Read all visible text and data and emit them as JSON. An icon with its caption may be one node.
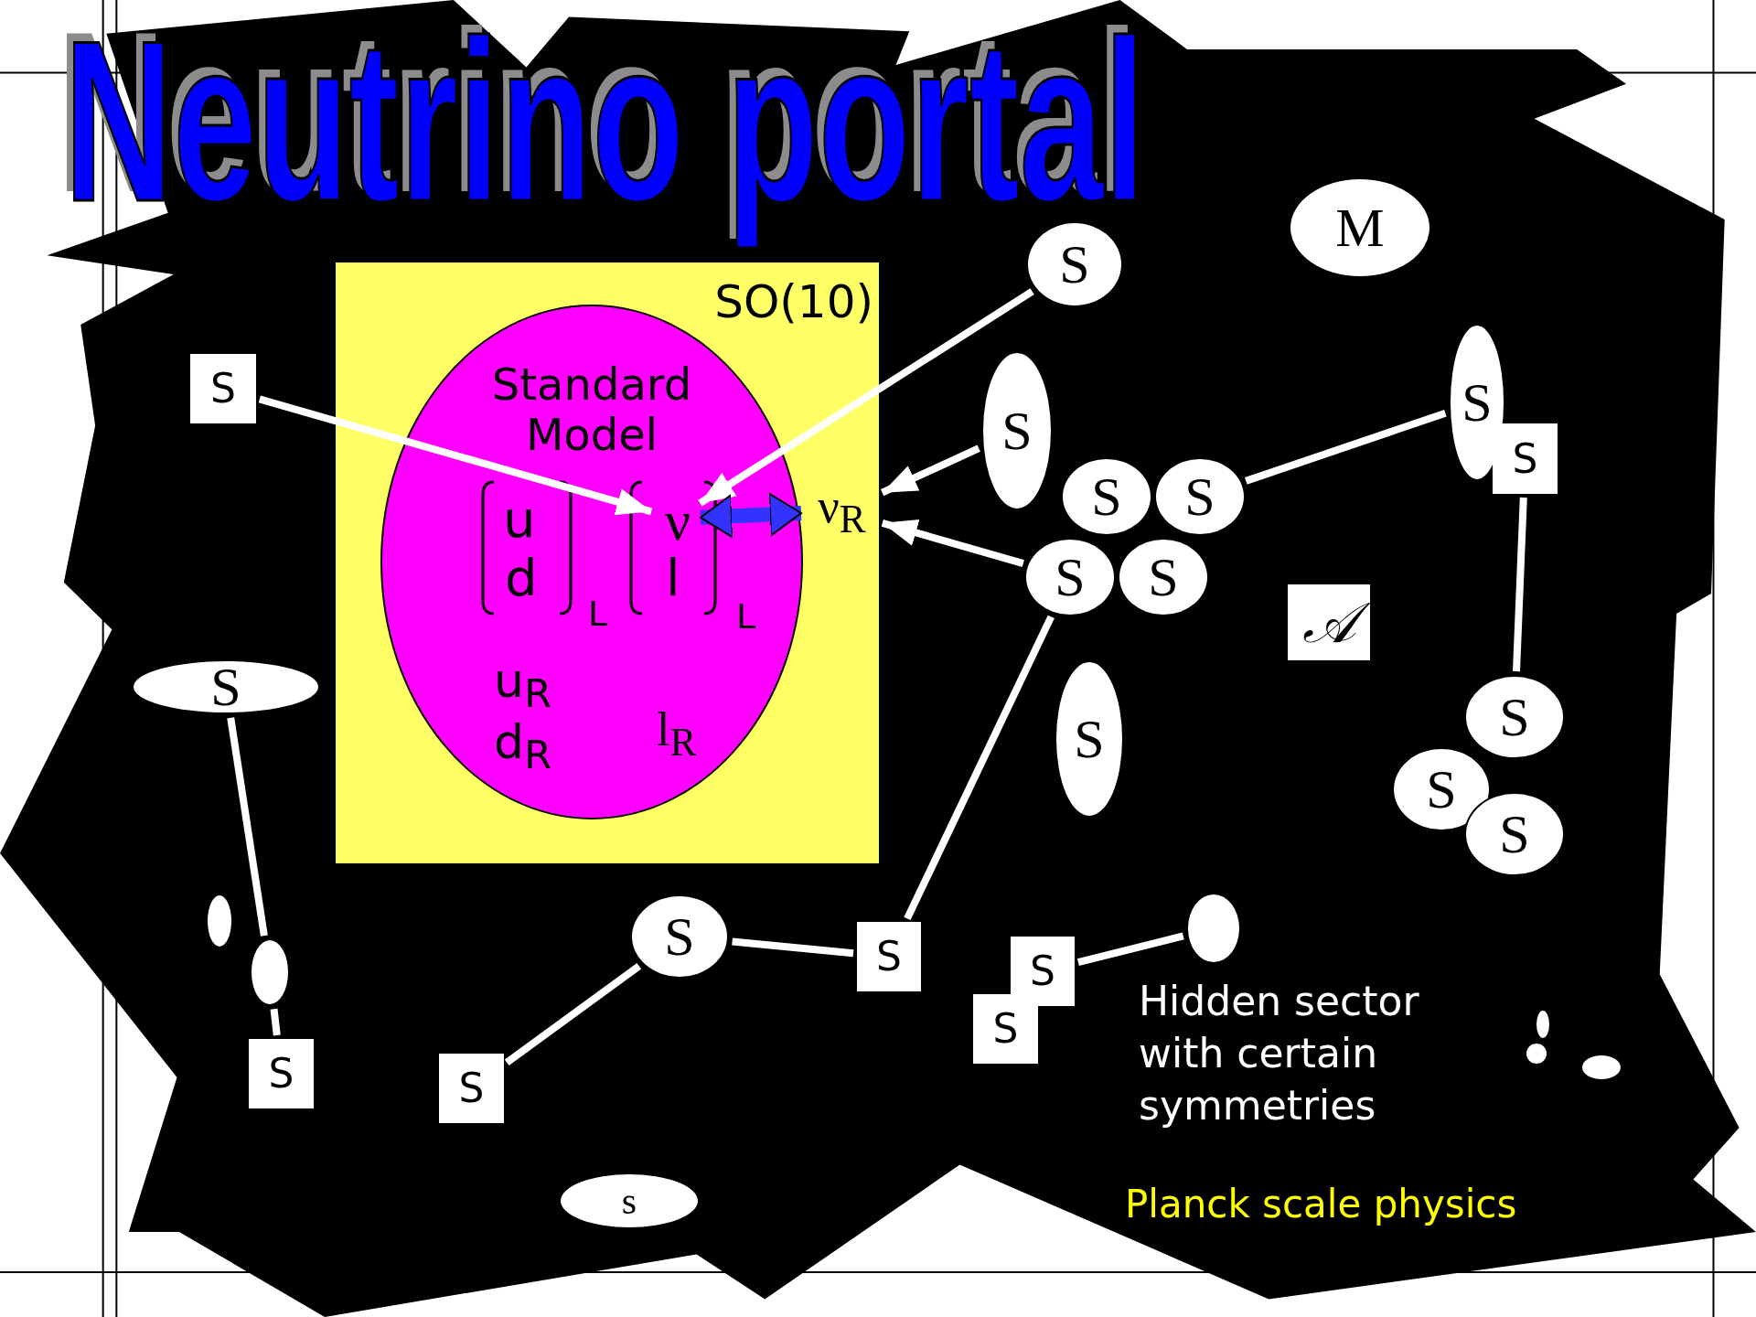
{
  "diagram": {
    "title": "Neutrino portal",
    "nodes": [
      {
        "text": [
          "SO(10)"
        ]
      },
      {
        "text": [
          "Standard Model"
        ],
        "in": 0
      },
      {
        "text": [
          "ν"
        ],
        "in": 1
      },
      {
        "text": [
          "ν$_{R}$"
        ],
        "in": 0
      },
      {
        "text": [
          "M"
        ]
      },
      {
        "text": [
          "S"
        ]
      },
      {
        "text": [
          "S"
        ]
      },
      {
        "text": [
          "S"
        ]
      },
      {
        "text": [
          "S"
        ]
      },
      {
        "text": [
          "S"
        ]
      },
      {
        "text": [
          "S"
        ]
      },
      {
        "text": [
          "S"
        ]
      },
      {
        "text": [
          "S"
        ]
      },
      {
        "text": [
          "S"
        ]
      },
      {
        "text": [
          "𝒜"
        ]
      },
      {
        "text": [
          "S"
        ]
      },
      {
        "text": [
          "S"
        ]
      },
      {
        "text": [
          "S"
        ]
      },
      {
        "text": [
          "S"
        ]
      },
      {
        "text": [
          "S"
        ]
      },
      {
        "text": [],
        "shape": "ellipse"
      },
      {
        "text": [],
        "shape": "ellipse"
      },
      {
        "text": [
          "S"
        ]
      },
      {
        "text": [
          "S"
        ]
      },
      {
        "text": [
          "S"
        ]
      },
      {
        "text": [],
        "shape": "ellipse"
      },
      {
        "text": [
          "S"
        ]
      },
      {
        "text": [
          "S"
        ]
      },
      {
        "text": [
          "S"
        ]
      },
      {
        "text": [],
        "shape": "ellipse"
      },
      {
        "text": [],
        "shape": "circle"
      },
      {
        "text": [],
        "shape": "ellipse"
      },
      {
        "text": [
          "s"
        ]
      }
    ],
    "edges": [
      {
        "from": 6,
        "to": 2,
        "arrow": "to"
      },
      {
        "from": 5,
        "to": 2,
        "arrow": "to"
      },
      {
        "from": 7,
        "to": 3,
        "arrow": "to"
      },
      {
        "from": 12,
        "to": 3,
        "arrow": "to"
      },
      {
        "from": 2,
        "to": 3,
        "arrow": "both",
        "style": "thick",
        "color": "#3333ff"
      },
      {
        "from": 11,
        "to": 8,
        "arrow": "none"
      },
      {
        "from": 9,
        "to": 17,
        "arrow": "none"
      },
      {
        "from": 22,
        "to": 23,
        "arrow": "none"
      },
      {
        "from": 23,
        "to": 12,
        "arrow": "none"
      },
      {
        "from": 22,
        "to": 28,
        "arrow": "none"
      },
      {
        "from": 15,
        "to": 21,
        "arrow": "none"
      },
      {
        "from": 21,
        "to": 27,
        "arrow": "none"
      },
      {
        "from": 24,
        "to": 25,
        "arrow": "none"
      }
    ],
    "labels": [
      "u",
      "d",
      "L",
      "l",
      "L",
      "u$_{R}$",
      "d$_{R}$",
      "l$_{R}$",
      "Hidden sector with certain symmetries",
      "Planck scale physics"
    ]
  }
}
